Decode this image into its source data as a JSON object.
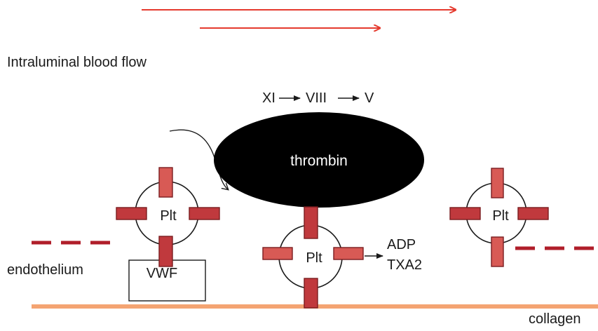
{
  "labels": {
    "flow": "Intraluminal blood flow",
    "cascade_xi": "XI",
    "cascade_viii": "VIII",
    "cascade_v": "V",
    "thrombin": "thrombin",
    "platelet": "Plt",
    "vwf": "VWF",
    "adp": "ADP",
    "txa2": "TXA2",
    "endothelium": "endothelium",
    "collagen": "collagen"
  },
  "colors": {
    "flow_arrow": "#e53a2e",
    "receptor_fill": "#c0393d",
    "receptor_fill_light": "#d85a55",
    "receptor_stroke": "#7a1d20",
    "endothelium_dash": "#b01e2a",
    "collagen_line": "#f4a472",
    "thrombin_fill": "#000000",
    "text_dark": "#1a1a1a",
    "text_light": "#ffffff"
  }
}
